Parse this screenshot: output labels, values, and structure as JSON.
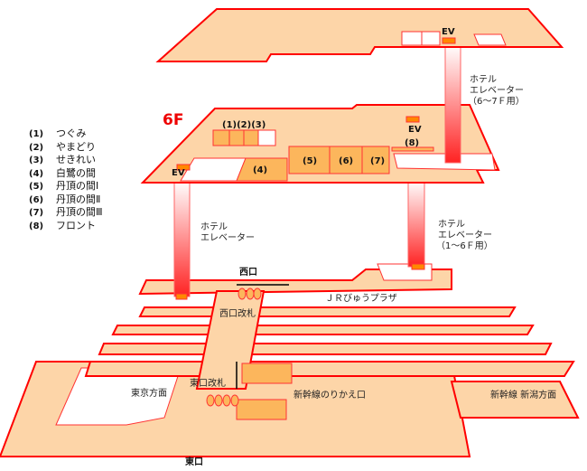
{
  "floor_label": "6F",
  "legend": [
    {
      "num": "(1)",
      "name": "つぐみ"
    },
    {
      "num": "(2)",
      "name": "やまどり"
    },
    {
      "num": "(3)",
      "name": "せきれい"
    },
    {
      "num": "(4)",
      "name": "白鷺の間"
    },
    {
      "num": "(5)",
      "name": "丹頂の間Ⅰ"
    },
    {
      "num": "(6)",
      "name": "丹頂の間Ⅱ"
    },
    {
      "num": "(7)",
      "name": "丹頂の間Ⅲ"
    },
    {
      "num": "(8)",
      "name": "フロント"
    }
  ],
  "room_labels": {
    "r123": "(1)(2)(3)",
    "r4": "(4)",
    "r5": "(5)",
    "r6": "(6)",
    "r7": "(7)",
    "r8": "(8)"
  },
  "ev": "EV",
  "elevators": {
    "upper": [
      "ホテル",
      "エレベーター",
      "（6～7Ｆ用）"
    ],
    "right": [
      "ホテル",
      "エレベーター",
      "（1～6Ｆ用）"
    ],
    "left": [
      "ホテル",
      "エレベーター"
    ]
  },
  "ground": {
    "west_exit": "西口",
    "west_gate": "西口改札",
    "jr_plaza": "ＪＲびゅうプラザ",
    "east_gate": "東口改札",
    "tokyo": "東京方面",
    "shinkansen_transfer": "新幹線のりかえ口",
    "niigata": "新幹線 新潟方面",
    "east_exit": "東口"
  }
}
